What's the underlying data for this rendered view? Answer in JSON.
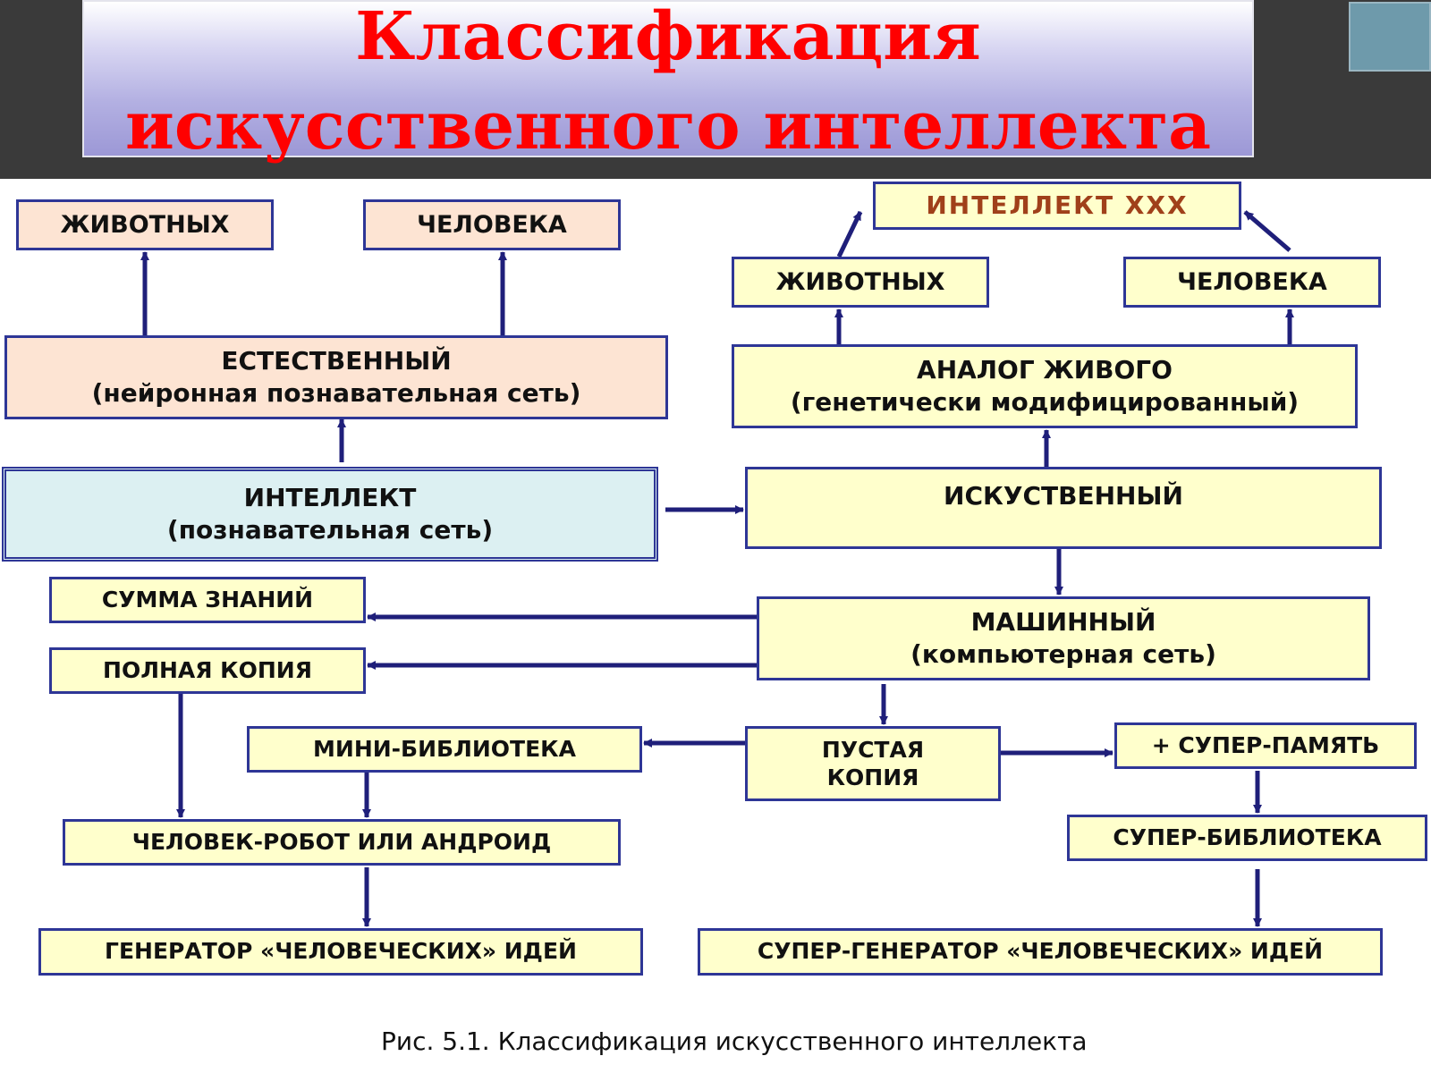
{
  "title": {
    "line1": "Классификация",
    "line2": "искусственного интеллекта"
  },
  "nodes": {
    "animals_left": "ЖИВОТНЫХ",
    "human_left": "ЧЕЛОВЕКА",
    "natural": {
      "line1": "ЕСТЕСТВЕННЫЙ",
      "line2": "(нейронная познавательная сеть)"
    },
    "intellect": {
      "line1": "ИНТЕЛЛЕКТ",
      "line2": "(познавательная сеть)"
    },
    "intellect_xxx": "ИНТЕЛЛЕКТ XXX",
    "animals_right": "ЖИВОТНЫХ",
    "human_right": "ЧЕЛОВЕКА",
    "analog": {
      "line1": "АНАЛОГ ЖИВОГО",
      "line2": "(генетически модифицированный)"
    },
    "artificial": "ИСКУСТВЕННЫЙ",
    "machine": {
      "line1": "МАШИННЫЙ",
      "line2": "(компьютерная сеть)"
    },
    "knowledge_sum": "СУММА ЗНАНИЙ",
    "full_copy": "ПОЛНАЯ КОПИЯ",
    "mini_library": "МИНИ-БИБЛИОТЕКА",
    "empty_copy": {
      "line1": "ПУСТАЯ",
      "line2": "КОПИЯ"
    },
    "super_memory": "+ СУПЕР-ПАМЯТЬ",
    "super_library": "СУПЕР-БИБЛИОТЕКА",
    "android": "ЧЕЛОВЕК-РОБОТ ИЛИ АНДРОИД",
    "generator": "ГЕНЕРАТОР «ЧЕЛОВЕЧЕСКИХ» ИДЕЙ",
    "super_generator": "СУПЕР-ГЕНЕРАТОР «ЧЕЛОВЕЧЕСКИХ» ИДЕЙ"
  },
  "caption": "Рис. 5.1. Классификация искусственного интеллекта",
  "colors": {
    "title_text": "#ff0000",
    "border": "#2e3696",
    "arrow": "#1f1f7a",
    "peach_fill": "#fde4d3",
    "yellow_fill": "#ffffcc",
    "blue_fill": "#dcf0f2",
    "header_bg": "#3a3a3a"
  }
}
